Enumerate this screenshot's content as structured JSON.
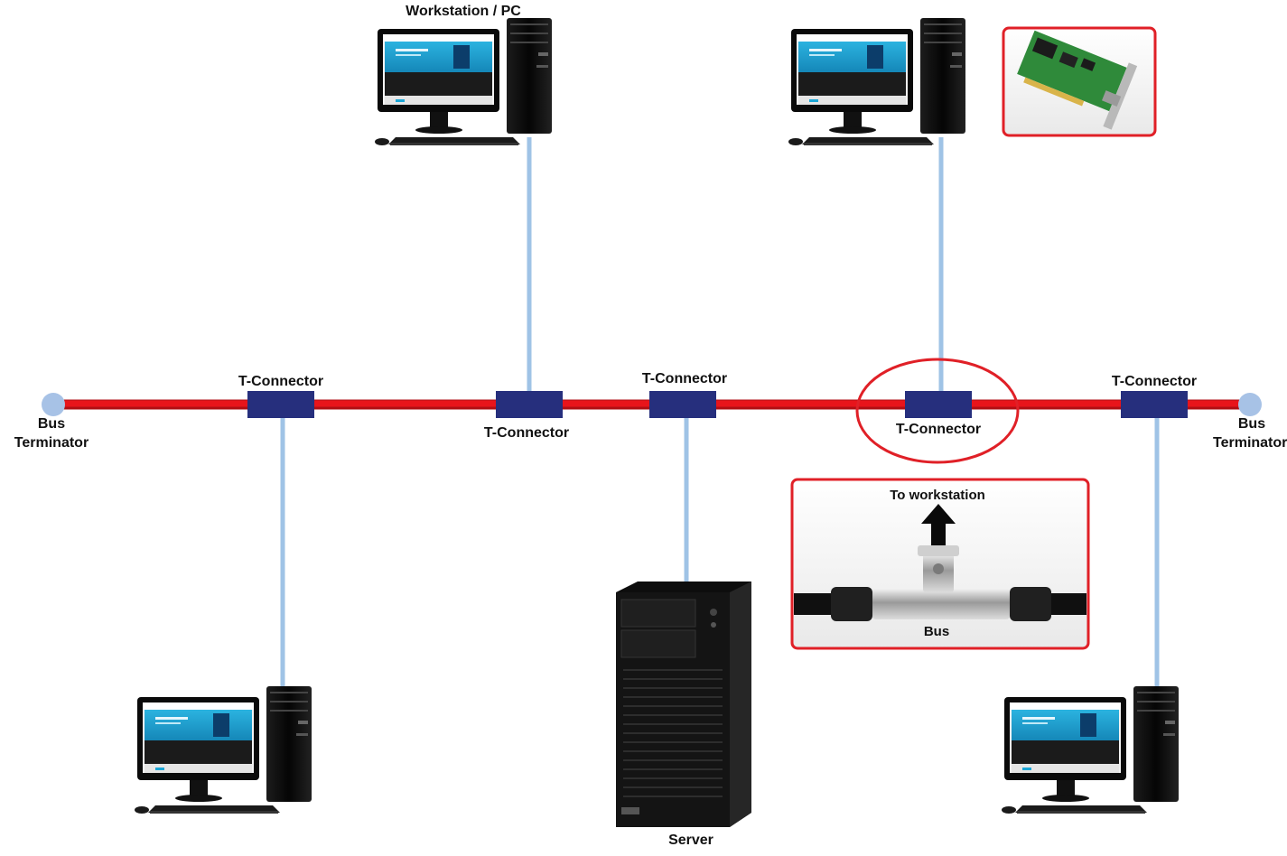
{
  "labels": {
    "workstation_pc": "Workstation / PC",
    "bus_left_line1": "Bus",
    "bus_left_line2": "Terminator",
    "bus_right_line1": "Bus",
    "bus_right_line2": "Terminator",
    "t1": "T-Connector",
    "t2": "T-Connector",
    "t3": "T-Connector",
    "t4": "T-Connector",
    "t5": "T-Connector",
    "server": "Server",
    "inset_top": "To workstation",
    "inset_bottom": "Bus"
  },
  "colors": {
    "bus": "#e8141b",
    "bus_edge": "#b00f14",
    "drop_cable": "#9fc3e6",
    "connector": "#262f7d",
    "terminator": "#a7c2e6",
    "highlight": "#e02027",
    "screen": "#1ba6d6",
    "case": "#0d0d0d"
  },
  "icons": {
    "computer": "desktop-computer-icon",
    "server": "server-tower-icon",
    "nic": "network-card-icon",
    "bnc": "bnc-t-connector-icon",
    "arrow": "arrow-up-icon"
  }
}
